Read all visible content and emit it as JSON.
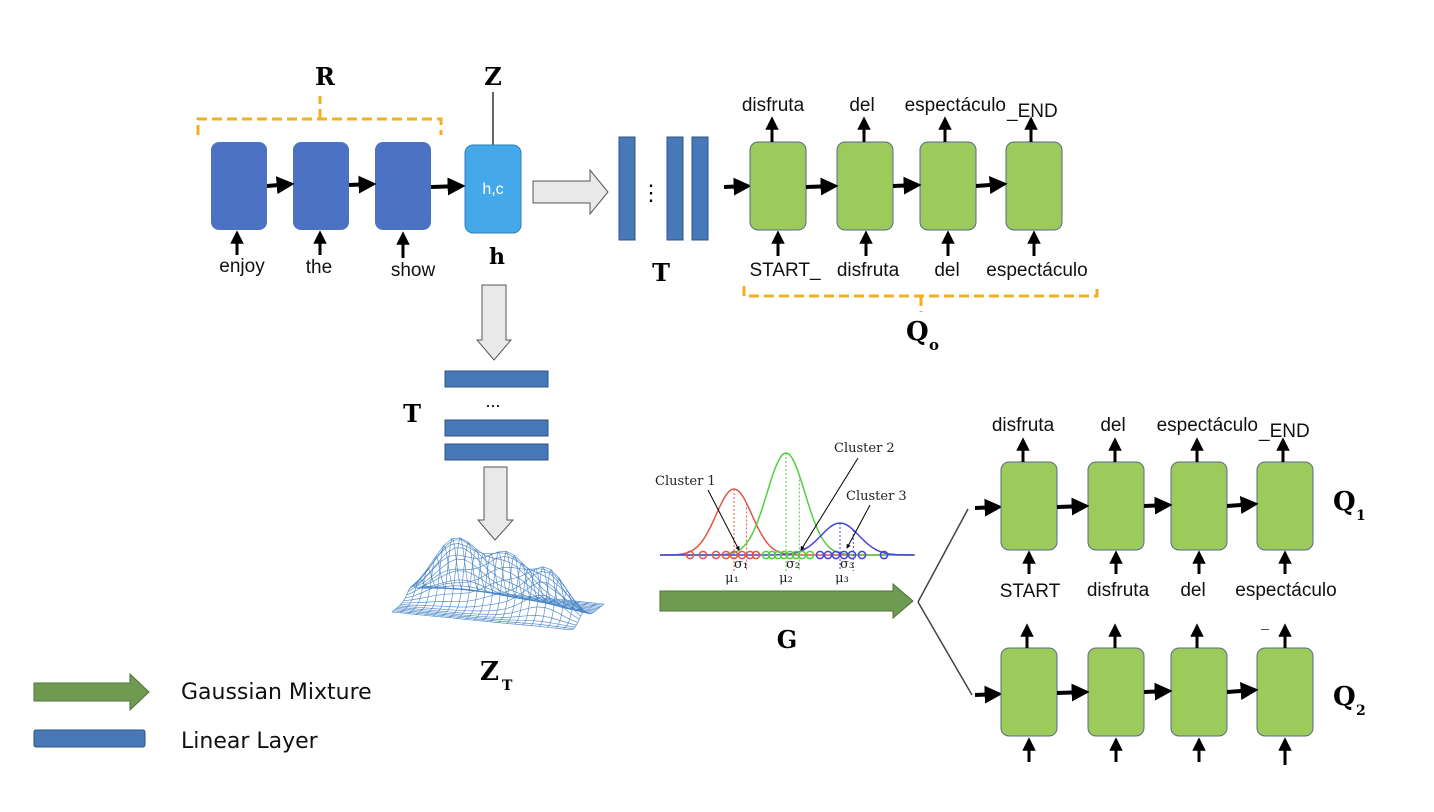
{
  "colors": {
    "encoder_blue": "#4c72c4",
    "latent_blue": "#45a8e8",
    "linear_blue": "#4878b8",
    "decoder_green": "#9ccb5c",
    "gmm_arrow_green": "#6e9a52",
    "bracket_yellow": "#f0b020",
    "cluster_1": "#e05545",
    "cluster_2": "#55cc44",
    "cluster_3": "#4444dd"
  },
  "encoder": {
    "label_R": "R",
    "label_Z": "Z",
    "label_h": "h",
    "latent_text": "h,c",
    "inputs": [
      "enjoy",
      "the",
      "show"
    ]
  },
  "transform": {
    "top_label": "T",
    "top_dots": "⋮",
    "mid_label": "T",
    "mid_dots": "..."
  },
  "decoder_q0": {
    "label": "Q",
    "sub": "o",
    "outputs": [
      "disfruta",
      "del",
      "espectáculo",
      "_END"
    ],
    "inputs": [
      "START_",
      "disfruta",
      "del",
      "espectáculo"
    ]
  },
  "latent_surface": {
    "label": "Z",
    "sub": "T"
  },
  "mixture": {
    "clusters": [
      "Cluster 1",
      "Cluster 2",
      "Cluster 3"
    ],
    "sigmas": [
      "σ₁",
      "σ₂",
      "σ₃"
    ],
    "mus": [
      "μ₁",
      "μ₂",
      "μ₃"
    ],
    "label_G": "G"
  },
  "decoder_q1": {
    "label": "Q",
    "sub": "1",
    "outputs": [
      "disfruta",
      "del",
      "espectáculo",
      "_END"
    ],
    "inputs": [
      "START",
      "disfruta",
      "del",
      "espectáculo"
    ]
  },
  "decoder_q2": {
    "label": "Q",
    "sub": "2",
    "mark": "_"
  },
  "legend": {
    "gaussian_label": "Gaussian Mixture",
    "linear_label": "Linear Layer"
  }
}
